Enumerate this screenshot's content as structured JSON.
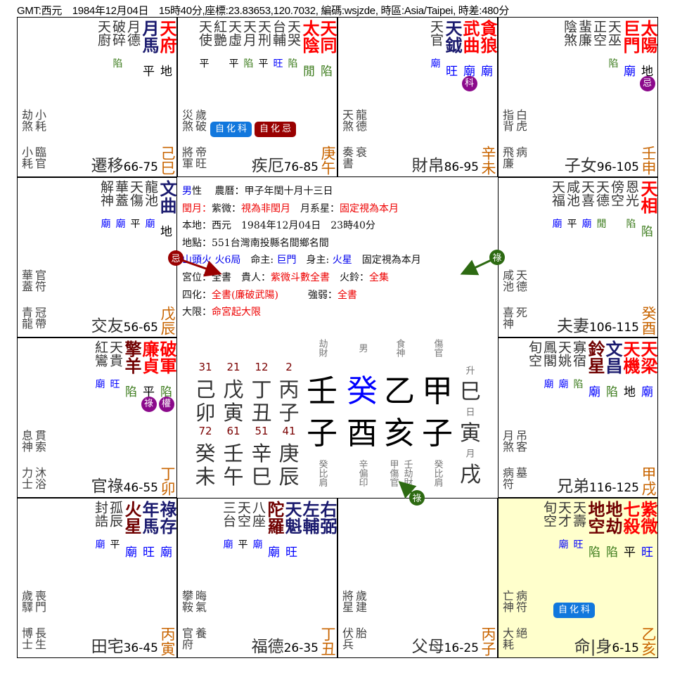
{
  "header": "GMT:西元　1984年12月04日　15時40分,座標:23.83653,120.7032, 編碼:wsjzde, 時區:Asia/Taipei, 時差:480分",
  "colors": {
    "main_star": "#ff0000",
    "aux_star": "#1a1a6e",
    "bad_star": "#700000",
    "minor_star": "#333333",
    "bright_blue": "#0000ff",
    "bright_green": "#3a7a1a",
    "hua_badge": "#8b0a8b",
    "self_ke": "#1177dd",
    "self_ji": "#990000",
    "stem_branch": "#c86400",
    "ming_bg": "#ffffcc"
  },
  "palaces": [
    {
      "pos": [
        0,
        0
      ],
      "name": "遷移",
      "ages": "66-75",
      "sb": "己巳",
      "stars": [
        {
          "t": "天廚",
          "k": "s",
          "b": ""
        },
        {
          "t": "破碎",
          "k": "s",
          "b": "陷"
        },
        {
          "t": "月德",
          "k": "s",
          "b": ""
        },
        {
          "t": "月馬",
          "k": "n",
          "b": "平"
        },
        {
          "t": "天府",
          "k": "r",
          "b": "地"
        }
      ],
      "gods": [
        [
          "劫煞",
          "小耗"
        ],
        [
          "小耗",
          "臨官"
        ]
      ],
      "self": []
    },
    {
      "pos": [
        1,
        0
      ],
      "name": "疾厄",
      "ages": "76-85",
      "sb": "庚午",
      "stars": [
        {
          "t": "天使",
          "k": "s",
          "b": "平"
        },
        {
          "t": "紅艷",
          "k": "s",
          "b": ""
        },
        {
          "t": "天虛",
          "k": "s",
          "b": "平"
        },
        {
          "t": "天月",
          "k": "s",
          "b": "陷"
        },
        {
          "t": "天刑",
          "k": "s",
          "b": "平"
        },
        {
          "t": "台輔",
          "k": "s",
          "b": "旺"
        },
        {
          "t": "天哭",
          "k": "s",
          "b": "陷"
        },
        {
          "t": "太陰",
          "k": "r",
          "b": "閒"
        },
        {
          "t": "天同",
          "k": "r",
          "b": "陷"
        }
      ],
      "gods": [
        [
          "災煞",
          "歲破"
        ],
        [
          "將軍",
          "帝旺"
        ]
      ],
      "self": [
        {
          "t": "自化科",
          "c": "ke"
        },
        {
          "t": "自化忌",
          "c": "ji"
        }
      ]
    },
    {
      "pos": [
        2,
        0
      ],
      "name": "財帛",
      "ages": "86-95",
      "sb": "辛未",
      "stars": [
        {
          "t": "天官",
          "k": "s",
          "b": "廟"
        },
        {
          "t": "天鉞",
          "k": "n",
          "b": "旺"
        },
        {
          "t": "武曲",
          "k": "r",
          "b": "廟",
          "hua": "科"
        },
        {
          "t": "貪狼",
          "k": "r",
          "b": "廟"
        }
      ],
      "gods": [
        [
          "天煞",
          "龍德"
        ],
        [
          "奏書",
          "衰"
        ]
      ],
      "self": []
    },
    {
      "pos": [
        3,
        0
      ],
      "name": "子女",
      "ages": "96-105",
      "sb": "壬申",
      "stars": [
        {
          "t": "陰煞",
          "k": "s",
          "b": ""
        },
        {
          "t": "蜚廉",
          "k": "s",
          "b": ""
        },
        {
          "t": "正空",
          "k": "s",
          "b": ""
        },
        {
          "t": "天巫",
          "k": "s",
          "b": "陷"
        },
        {
          "t": "巨門",
          "k": "r",
          "b": "廟"
        },
        {
          "t": "太陽",
          "k": "r",
          "b": "地",
          "hua": "忌"
        }
      ],
      "gods": [
        [
          "指背",
          "白虎"
        ],
        [
          "飛廉",
          "病"
        ]
      ],
      "self": []
    },
    {
      "pos": [
        0,
        1
      ],
      "name": "交友",
      "ages": "56-65",
      "sb": "戊辰",
      "stars": [
        {
          "t": "解神",
          "k": "s",
          "b": "廟"
        },
        {
          "t": "華蓋",
          "k": "s",
          "b": "廟"
        },
        {
          "t": "天傷",
          "k": "s",
          "b": "平"
        },
        {
          "t": "龍池",
          "k": "s",
          "b": "廟"
        },
        {
          "t": "文曲",
          "k": "n",
          "b": "地"
        }
      ],
      "gods": [
        [
          "華蓋",
          "官符"
        ],
        [
          "青龍",
          "冠帶"
        ]
      ],
      "self": []
    },
    {
      "pos": [
        3,
        1
      ],
      "name": "夫妻",
      "ages": "106-115",
      "sb": "癸酉",
      "stars": [
        {
          "t": "天福",
          "k": "s",
          "b": "廟"
        },
        {
          "t": "咸池",
          "k": "s",
          "b": "平"
        },
        {
          "t": "天喜",
          "k": "s",
          "b": "廟"
        },
        {
          "t": "天德",
          "k": "s",
          "b": "閒"
        },
        {
          "t": "傍空",
          "k": "s",
          "b": ""
        },
        {
          "t": "恩光",
          "k": "s",
          "b": "陷"
        },
        {
          "t": "天相",
          "k": "r",
          "b": "陷"
        }
      ],
      "gods": [
        [
          "咸池",
          "天德"
        ],
        [
          "喜神",
          "死"
        ]
      ],
      "self": []
    },
    {
      "pos": [
        0,
        2
      ],
      "name": "官祿",
      "ages": "46-55",
      "sb": "丁卯",
      "stars": [
        {
          "t": "紅鸞",
          "k": "s",
          "b": "廟"
        },
        {
          "t": "天貴",
          "k": "s",
          "b": "旺"
        },
        {
          "t": "擎羊",
          "k": "d",
          "b": "陷"
        },
        {
          "t": "廉貞",
          "k": "r",
          "b": "平",
          "hua": "祿"
        },
        {
          "t": "破軍",
          "k": "r",
          "b": "陷",
          "hua": "權"
        }
      ],
      "gods": [
        [
          "息神",
          "貫索"
        ],
        [
          "力士",
          "沐浴"
        ]
      ],
      "self": []
    },
    {
      "pos": [
        3,
        2
      ],
      "name": "兄弟",
      "ages": "116-125",
      "sb": "甲戌",
      "stars": [
        {
          "t": "旬空",
          "k": "s",
          "b": ""
        },
        {
          "t": "鳳閣",
          "k": "s",
          "b": "廟"
        },
        {
          "t": "天姚",
          "k": "s",
          "b": "廟"
        },
        {
          "t": "寡宿",
          "k": "s",
          "b": "陷"
        },
        {
          "t": "鈴星",
          "k": "d",
          "b": "廟"
        },
        {
          "t": "文昌",
          "k": "n",
          "b": "陷"
        },
        {
          "t": "天機",
          "k": "r",
          "b": "地"
        },
        {
          "t": "天梁",
          "k": "r",
          "b": "廟"
        }
      ],
      "gods": [
        [
          "月煞",
          "吊客"
        ],
        [
          "病符",
          "墓"
        ]
      ],
      "self": []
    },
    {
      "pos": [
        0,
        3
      ],
      "name": "田宅",
      "ages": "36-45",
      "sb": "丙寅",
      "stars": [
        {
          "t": "封誥",
          "k": "s",
          "b": "廟"
        },
        {
          "t": "孤辰",
          "k": "s",
          "b": "平"
        },
        {
          "t": "火星",
          "k": "d",
          "b": "廟"
        },
        {
          "t": "年馬",
          "k": "n",
          "b": "旺"
        },
        {
          "t": "祿存",
          "k": "n",
          "b": "廟"
        }
      ],
      "gods": [
        [
          "歲驛",
          "喪門"
        ],
        [
          "博士",
          "長生"
        ]
      ],
      "self": []
    },
    {
      "pos": [
        1,
        3
      ],
      "name": "福德",
      "ages": "26-35",
      "sb": "丁丑",
      "stars": [
        {
          "t": "三台",
          "k": "s",
          "b": "廟"
        },
        {
          "t": "天空",
          "k": "s",
          "b": "平"
        },
        {
          "t": "八座",
          "k": "s",
          "b": "廟"
        },
        {
          "t": "陀羅",
          "k": "d",
          "b": "廟"
        },
        {
          "t": "天魁",
          "k": "n",
          "b": "旺"
        },
        {
          "t": "左輔",
          "k": "n",
          "b": ""
        },
        {
          "t": "右弼",
          "k": "n",
          "b": ""
        }
      ],
      "gods": [
        [
          "攀鞍",
          "晦氣"
        ],
        [
          "官府",
          "養"
        ]
      ],
      "self": []
    },
    {
      "pos": [
        2,
        3
      ],
      "name": "父母",
      "ages": "16-25",
      "sb": "丙子",
      "stars": [],
      "gods": [
        [
          "將星",
          "歲建"
        ],
        [
          "伏兵",
          "胎"
        ]
      ],
      "self": []
    },
    {
      "pos": [
        3,
        3
      ],
      "name": "命|身",
      "ages": "6-15",
      "sb": "乙亥",
      "ming": true,
      "stars": [
        {
          "t": "旬空",
          "k": "s",
          "b": ""
        },
        {
          "t": "天才",
          "k": "s",
          "b": "廟"
        },
        {
          "t": "天壽",
          "k": "s",
          "b": "旺"
        },
        {
          "t": "地空",
          "k": "d",
          "b": "陷"
        },
        {
          "t": "地劫",
          "k": "d",
          "b": "陷"
        },
        {
          "t": "七殺",
          "k": "r",
          "b": "平"
        },
        {
          "t": "紫微",
          "k": "r",
          "b": "旺"
        }
      ],
      "gods": [
        [
          "亡神",
          "病符"
        ],
        [
          "大耗",
          "絕"
        ]
      ],
      "self": [
        {
          "t": "自化科",
          "c": "ke"
        }
      ]
    }
  ],
  "info": [
    [
      {
        "t": "男",
        "c": "#0000ee"
      },
      {
        "t": "性　 農曆：甲子年閏十月十三日",
        "c": "#111"
      }
    ],
    [
      {
        "t": "閏月：",
        "c": "#ee0000"
      },
      {
        "t": "紫微：",
        "c": "#111"
      },
      {
        "t": "視為非閏月",
        "c": "#ee0000"
      },
      {
        "t": "　月系星：",
        "c": "#111"
      },
      {
        "t": "固定視為本月",
        "c": "#ee0000"
      }
    ],
    [
      {
        "t": "本地：西元　1984年12月04日　23時40分",
        "c": "#111"
      }
    ],
    [
      {
        "t": "地點：551台灣南投縣名間鄉名間",
        "c": "#111"
      }
    ],
    [
      {
        "t": "山頭火 火6局",
        "c": "#0000ee"
      },
      {
        "t": "　命主: ",
        "c": "#111"
      },
      {
        "t": "巨門",
        "c": "#0000ee"
      },
      {
        "t": "　身主: ",
        "c": "#111"
      },
      {
        "t": "火星",
        "c": "#0000ee"
      },
      {
        "t": "　固定視為本月",
        "c": "#111"
      }
    ],
    [
      {
        "t": "宮位：全書　貴人：",
        "c": "#111"
      },
      {
        "t": "紫微斗數全書",
        "c": "#ee0000"
      },
      {
        "t": "　火鈴：",
        "c": "#111"
      },
      {
        "t": "全集",
        "c": "#ee0000"
      }
    ],
    [
      {
        "t": "四化：",
        "c": "#111"
      },
      {
        "t": "全書(廉破武陽)",
        "c": "#ee0000"
      },
      {
        "t": "　　　強弱：",
        "c": "#111"
      },
      {
        "t": "全書",
        "c": "#ee0000"
      }
    ],
    [
      {
        "t": "大限：",
        "c": "#111"
      },
      {
        "t": "命宮起大限",
        "c": "#ee0000"
      }
    ]
  ],
  "bazi": {
    "dayun": [
      {
        "ages": [
          "31",
          "21",
          "12",
          "2"
        ],
        "stems": [
          "己",
          "戊",
          "丁",
          "丙"
        ],
        "branches": [
          "卯",
          "寅",
          "丑",
          "子"
        ]
      },
      {
        "ages": [
          "72",
          "61",
          "51",
          "41"
        ],
        "stems": [
          "癸",
          "壬",
          "辛",
          "庚"
        ],
        "branches": [
          "未",
          "午",
          "巳",
          "辰"
        ]
      }
    ],
    "pillars": [
      {
        "label": "劫財",
        "stem": "壬",
        "branch": "子",
        "hidden": [
          "癸比肩"
        ]
      },
      {
        "label": "男",
        "stem": "癸",
        "branch": "酉",
        "hidden": [
          "辛偏印"
        ],
        "day_master": true
      },
      {
        "label": "食神",
        "stem": "乙",
        "branch": "亥",
        "hidden": [
          "甲傷官",
          "壬劫財"
        ]
      },
      {
        "label": "傷官",
        "stem": "甲",
        "branch": "子",
        "hidden": [
          "癸比肩"
        ]
      }
    ],
    "side": [
      {
        "label": "升",
        "char": "巳"
      },
      {
        "label": "日",
        "char": "寅"
      },
      {
        "label": "月",
        "char": "戌"
      }
    ]
  },
  "arrows": [
    {
      "t": "忌",
      "color": "#990000"
    },
    {
      "t": "祿",
      "color": "#2d6a12"
    },
    {
      "t": "祿",
      "color": "#2d6a12"
    }
  ]
}
